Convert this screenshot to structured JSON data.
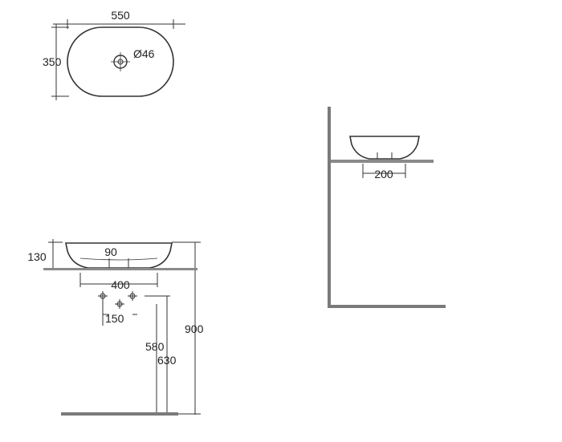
{
  "drawing": {
    "top_view": {
      "width_label": "550",
      "depth_label": "350",
      "waste_label": "Ø46"
    },
    "front_view": {
      "basin_height_label": "130",
      "inner_label": "90",
      "counter_label": "400",
      "tap_spacing_label": "150",
      "dim_580": "580",
      "dim_630": "630",
      "dim_900": "900"
    },
    "side_view": {
      "foot_label": "200"
    },
    "colors": {
      "line": "#333333",
      "wall": "#7a7a7a",
      "counter": "#8a8a8a"
    }
  }
}
